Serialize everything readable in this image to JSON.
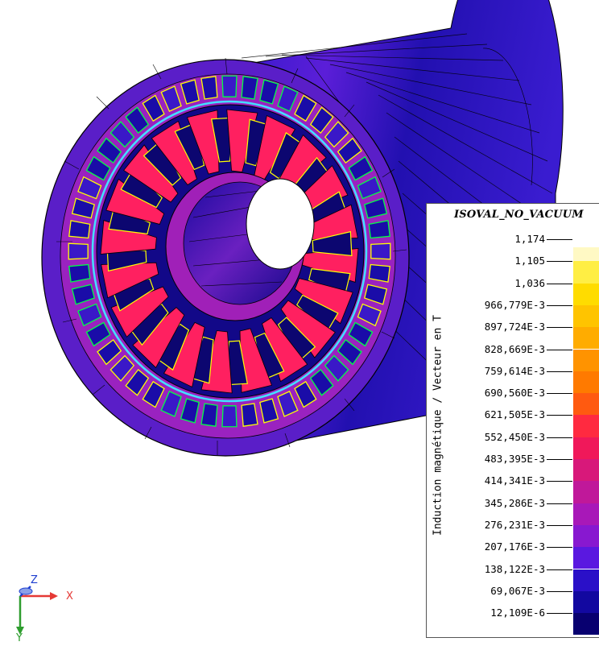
{
  "legend": {
    "title": "ISOVAL_NO_VACUUM",
    "axis_label": "Induction magnétique / Vecteur en T",
    "levels": [
      {
        "label": "1,174",
        "color": "#fff9c4"
      },
      {
        "label": "1,105",
        "color": "#ffee44"
      },
      {
        "label": "1,036",
        "color": "#ffdc00"
      },
      {
        "label": "966,779E-3",
        "color": "#ffc400"
      },
      {
        "label": "897,724E-3",
        "color": "#ffac00"
      },
      {
        "label": "828,669E-3",
        "color": "#ff9300"
      },
      {
        "label": "759,614E-3",
        "color": "#ff7a00"
      },
      {
        "label": "690,560E-3",
        "color": "#ff5a10"
      },
      {
        "label": "621,505E-3",
        "color": "#ff2a40"
      },
      {
        "label": "552,450E-3",
        "color": "#f0185a"
      },
      {
        "label": "483,395E-3",
        "color": "#d8187a"
      },
      {
        "label": "414,341E-3",
        "color": "#c0189a"
      },
      {
        "label": "345,286E-3",
        "color": "#a818b8"
      },
      {
        "label": "276,231E-3",
        "color": "#8818d0"
      },
      {
        "label": "207,176E-3",
        "color": "#5a18e0"
      },
      {
        "label": "138,122E-3",
        "color": "#2a10c8"
      },
      {
        "label": "69,067E-3",
        "color": "#1208a0"
      },
      {
        "label": "12,109E-6",
        "color": "#080070"
      }
    ]
  },
  "axes": {
    "x_label": "X",
    "y_label": "Y",
    "z_label": "Z",
    "x_color": "#e53935",
    "y_color": "#2e9d2e",
    "z_color": "#1e3fd0"
  },
  "model": {
    "slot_outline_colors": [
      "#ffff00",
      "#00ff44"
    ],
    "airgap_color": "#44e0ff"
  }
}
